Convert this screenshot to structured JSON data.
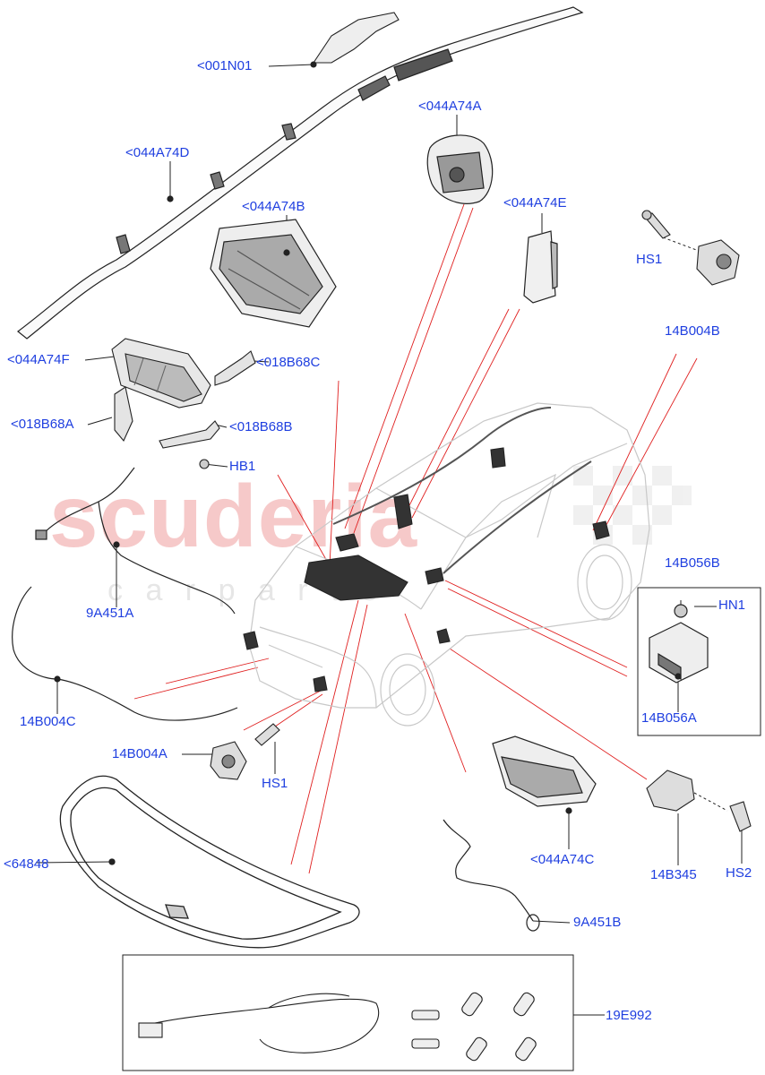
{
  "watermark": {
    "main": "scuderia",
    "sub": "c a r   p a r t s"
  },
  "labels": {
    "l001N01": "<001N01",
    "l044A74A": "<044A74A",
    "l044A74D": "<044A74D",
    "l044A74B": "<044A74B",
    "l044A74E": "<044A74E",
    "lHS1_top": "HS1",
    "l14B004B": "14B004B",
    "l044A74F": "<044A74F",
    "l018B68C": "<018B68C",
    "l018B68A": "<018B68A",
    "l018B68B": "<018B68B",
    "lHB1": "HB1",
    "l14B056B": "14B056B",
    "lHN1": "HN1",
    "l9A451A": "9A451A",
    "l14B056A": "14B056A",
    "l14B004C": "14B004C",
    "l14B004A": "14B004A",
    "lHS1_bot": "HS1",
    "l044A74C": "<044A74C",
    "l14B345": "14B345",
    "lHS2": "HS2",
    "l64848": "<64848",
    "l9A451B": "9A451B",
    "l19E992": "19E992"
  },
  "colors": {
    "label": "#1f3fe0",
    "leader": "#e02020",
    "line": "#222222",
    "watermark": "#f2b8b8"
  }
}
